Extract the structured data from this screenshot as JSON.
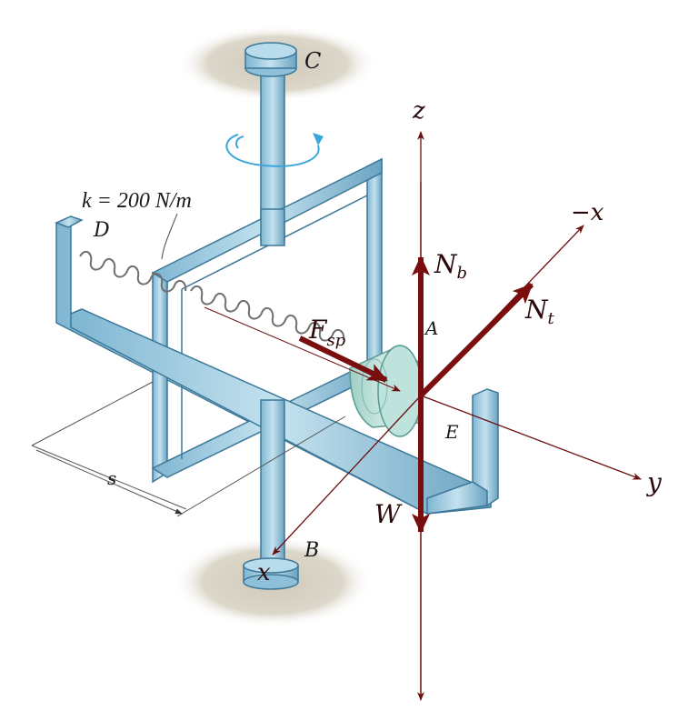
{
  "colors": {
    "frame_fill": "#a8cfe3",
    "frame_stroke": "#3d7898",
    "force_color": "#7a0e0e",
    "axis_color": "#6b0f0f",
    "collar_fill": "#a8d8cf",
    "spring_color": "#777777",
    "shadow_color": "#d8d3c6",
    "rotation_arrow": "#3aa6dc"
  },
  "labels": {
    "point_c": "C",
    "point_d": "D",
    "point_a": "A",
    "point_e": "E",
    "point_b": "B",
    "dimension_s": "s",
    "spring_constant": "k = 200 N/m"
  },
  "axes": {
    "z": "z",
    "y": "y",
    "x": "x",
    "neg_x": "−x"
  },
  "forces": {
    "normal_b": {
      "symbol": "N",
      "subscript": "b"
    },
    "normal_t": {
      "symbol": "N",
      "subscript": "t"
    },
    "spring_force": {
      "symbol": "F",
      "subscript": "sp"
    },
    "weight": {
      "symbol": "W",
      "subscript": ""
    }
  }
}
